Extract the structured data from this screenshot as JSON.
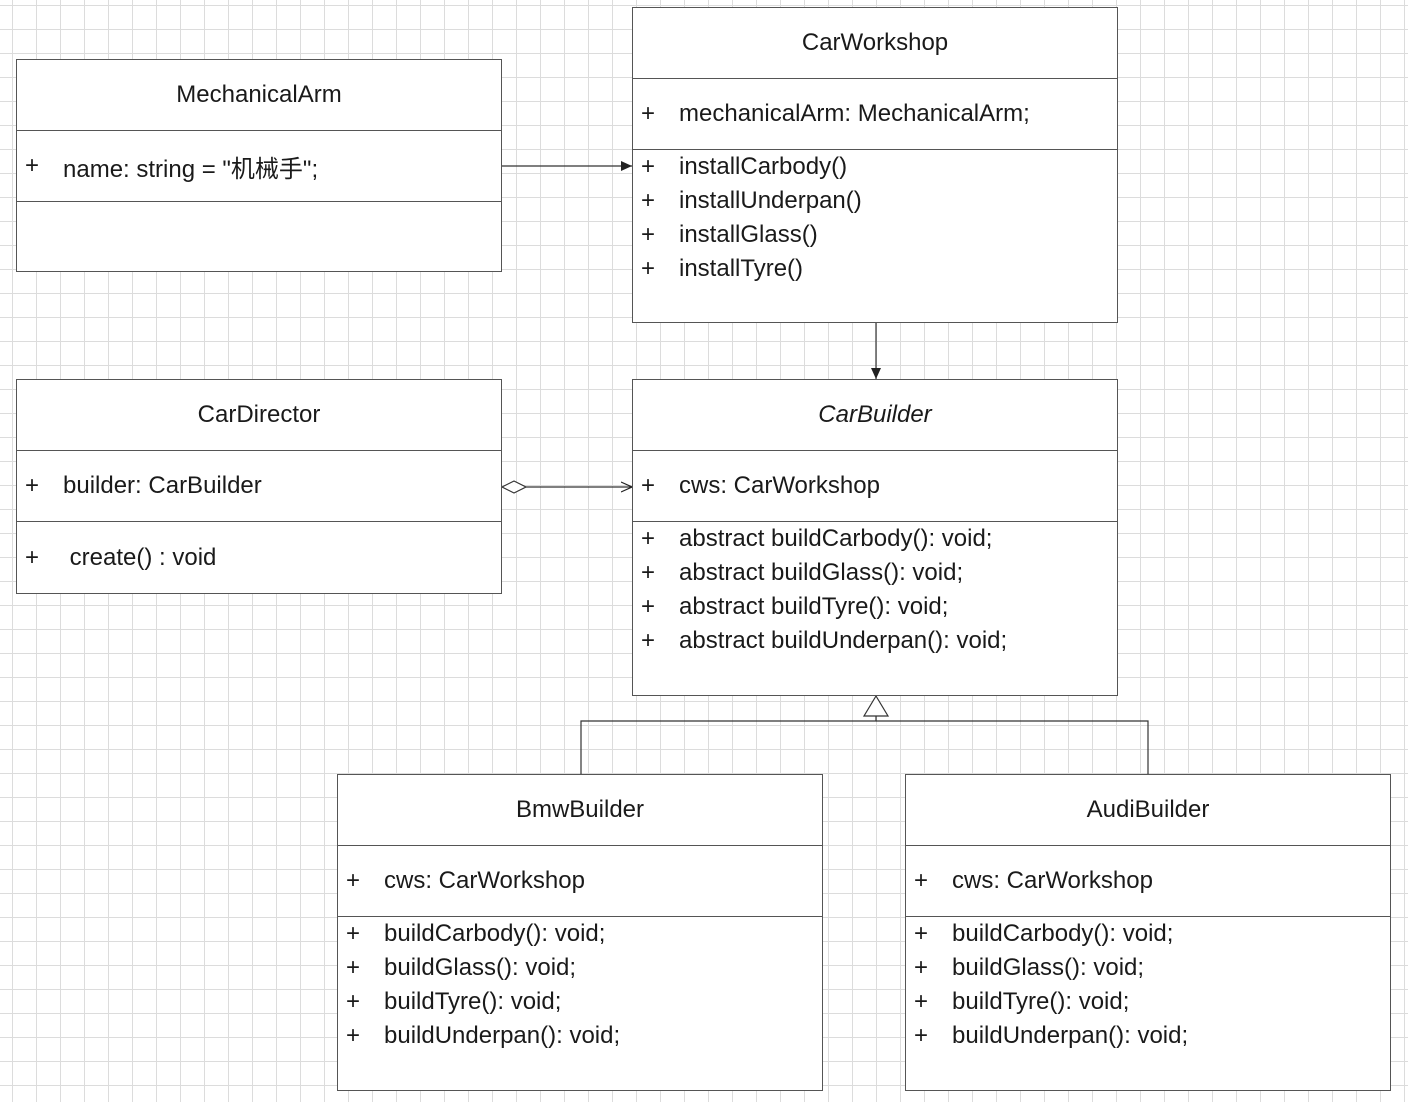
{
  "classes": {
    "mechanical_arm": {
      "name": "MechanicalArm",
      "attributes": [
        {
          "vis": "+",
          "text": "name: string = \"机械手\";"
        }
      ],
      "operations": []
    },
    "car_workshop": {
      "name": "CarWorkshop",
      "attributes": [
        {
          "vis": "+",
          "text": "mechanicalArm: MechanicalArm;"
        }
      ],
      "operations": [
        {
          "vis": "+",
          "text": "installCarbody()"
        },
        {
          "vis": "+",
          "text": "installUnderpan()"
        },
        {
          "vis": "+",
          "text": "installGlass()"
        },
        {
          "vis": "+",
          "text": "installTyre()"
        }
      ]
    },
    "car_director": {
      "name": "CarDirector",
      "attributes": [
        {
          "vis": "+",
          "text": "builder: CarBuilder"
        }
      ],
      "operations": [
        {
          "vis": "+",
          "text": " create() : void"
        }
      ]
    },
    "car_builder": {
      "name": "CarBuilder",
      "abstract": true,
      "attributes": [
        {
          "vis": "+",
          "text": "cws: CarWorkshop"
        }
      ],
      "operations": [
        {
          "vis": "+",
          "text": "abstract buildCarbody(): void;"
        },
        {
          "vis": "+",
          "text": "abstract buildGlass(): void;"
        },
        {
          "vis": "+",
          "text": "abstract buildTyre(): void;"
        },
        {
          "vis": "+",
          "text": "abstract buildUnderpan(): void;"
        }
      ]
    },
    "bmw_builder": {
      "name": "BmwBuilder",
      "attributes": [
        {
          "vis": "+",
          "text": "cws: CarWorkshop"
        }
      ],
      "operations": [
        {
          "vis": "+",
          "text": "buildCarbody(): void;"
        },
        {
          "vis": "+",
          "text": "buildGlass(): void;"
        },
        {
          "vis": "+",
          "text": "buildTyre(): void;"
        },
        {
          "vis": "+",
          "text": "buildUnderpan(): void;"
        }
      ]
    },
    "audi_builder": {
      "name": "AudiBuilder",
      "attributes": [
        {
          "vis": "+",
          "text": "cws: CarWorkshop"
        }
      ],
      "operations": [
        {
          "vis": "+",
          "text": "buildCarbody(): void;"
        },
        {
          "vis": "+",
          "text": "buildGlass(): void;"
        },
        {
          "vis": "+",
          "text": "buildTyre(): void;"
        },
        {
          "vis": "+",
          "text": "buildUnderpan(): void;"
        }
      ]
    }
  },
  "relations": [
    {
      "from": "MechanicalArm",
      "to": "CarWorkshop",
      "type": "association"
    },
    {
      "from": "CarWorkshop",
      "to": "CarBuilder",
      "type": "association"
    },
    {
      "from": "CarDirector",
      "to": "CarBuilder",
      "type": "aggregation"
    },
    {
      "from": "BmwBuilder",
      "to": "CarBuilder",
      "type": "generalization"
    },
    {
      "from": "AudiBuilder",
      "to": "CarBuilder",
      "type": "generalization"
    }
  ],
  "colors": {
    "line": "#333333",
    "border": "#555555",
    "grid": "#dcdcdc"
  }
}
